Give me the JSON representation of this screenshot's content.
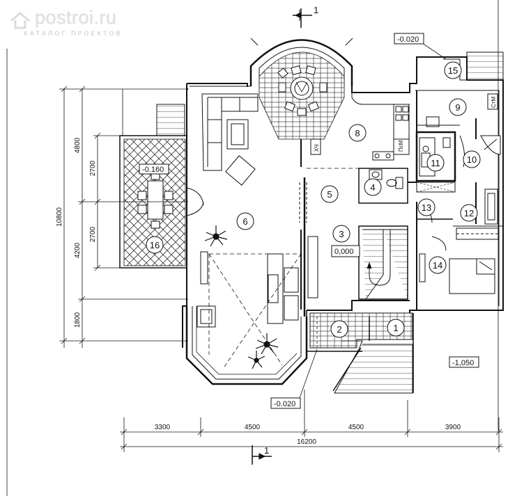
{
  "watermark": {
    "name": "postroi.ru",
    "tagline": "КАТАЛОГ ПРОЕКТОВ"
  },
  "section_marks": {
    "top": "1",
    "bottom": "1"
  },
  "levels": {
    "porch_top": "-0.020",
    "terrace": "-0.160",
    "floor": "0,000",
    "entrance": "-0.020",
    "ground": "-1,050"
  },
  "rooms": [
    "1",
    "2",
    "3",
    "4",
    "5",
    "6",
    "8",
    "9",
    "10",
    "11",
    "12",
    "13",
    "14",
    "15",
    "16"
  ],
  "fixture_labels": {
    "hall": "ХЧ",
    "kitchen": "ПсМ",
    "utility": "СтМ"
  },
  "dimensions": {
    "bottom": [
      "3300",
      "4500",
      "4500",
      "3900"
    ],
    "overall_width": "16200",
    "left_inner": [
      "4800",
      "2700",
      "2700",
      "4200",
      "1800"
    ],
    "overall_depth": "10800"
  },
  "colors": {
    "line": "#111111",
    "watermark": "#d9d9d9",
    "hatch": "#444444"
  }
}
